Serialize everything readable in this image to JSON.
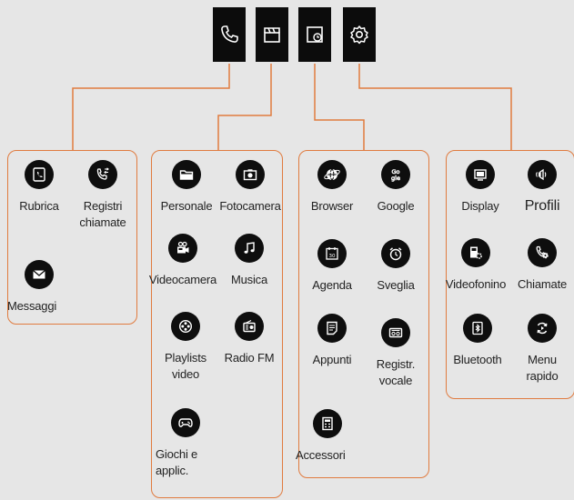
{
  "tabs": [
    {
      "icon": "phone-icon"
    },
    {
      "icon": "clapperboard-icon"
    },
    {
      "icon": "document-icon"
    },
    {
      "icon": "gear-icon"
    }
  ],
  "groups": [
    {
      "name": "group-communication",
      "items": [
        {
          "label": "Rubrica",
          "icon": "contacts-icon"
        },
        {
          "label": "Registri\nchiamate",
          "icon": "call-log-icon"
        },
        {
          "label": "Messaggi",
          "icon": "envelope-icon"
        }
      ]
    },
    {
      "name": "group-multimedia",
      "items": [
        {
          "label": "Personale",
          "icon": "folder-icon"
        },
        {
          "label": "Fotocamera",
          "icon": "camera-icon"
        },
        {
          "label": "Videocamera",
          "icon": "video-camera-icon"
        },
        {
          "label": "Musica",
          "icon": "music-note-icon"
        },
        {
          "label": "Playlists\nvideo",
          "icon": "film-reel-icon"
        },
        {
          "label": "Radio FM",
          "icon": "radio-icon"
        },
        {
          "label": "Giochi e\napplic.",
          "icon": "gamepad-icon"
        }
      ]
    },
    {
      "name": "group-utilities",
      "items": [
        {
          "label": "Browser",
          "icon": "globe-icon"
        },
        {
          "label": "Google",
          "icon": "google-icon"
        },
        {
          "label": "Agenda",
          "icon": "calendar-icon"
        },
        {
          "label": "Sveglia",
          "icon": "alarm-clock-icon"
        },
        {
          "label": "Appunti",
          "icon": "notepad-icon"
        },
        {
          "label": "Registr.\nvocale",
          "icon": "voice-recorder-icon"
        },
        {
          "label": "Accessori",
          "icon": "calculator-icon"
        }
      ]
    },
    {
      "name": "group-settings",
      "items": [
        {
          "label": "Display",
          "icon": "display-icon"
        },
        {
          "label": "Profili",
          "icon": "speaker-icon"
        },
        {
          "label": "Videofonino",
          "icon": "video-call-settings-icon"
        },
        {
          "label": "Chiamate",
          "icon": "call-settings-icon"
        },
        {
          "label": "Bluetooth",
          "icon": "bluetooth-icon"
        },
        {
          "label": "Menu\nrapido",
          "icon": "shortcut-arrows-icon"
        }
      ]
    }
  ],
  "colors": {
    "accent": "#e07b3f",
    "tab_bg": "#0c0c0c",
    "icon_bg": "#0e0e0e",
    "background": "#e6e6e6"
  }
}
